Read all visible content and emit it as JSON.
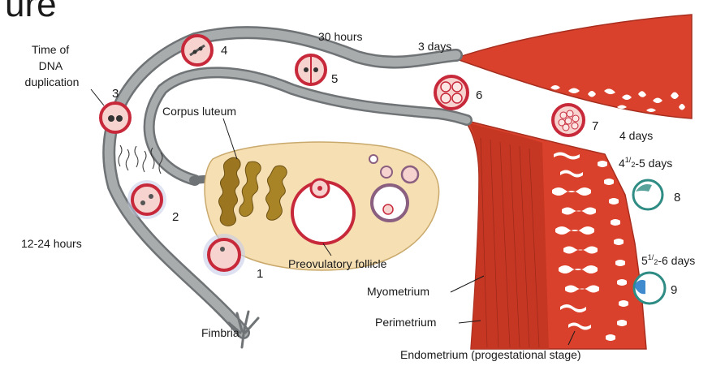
{
  "slide": {
    "title_fragment": "ure"
  },
  "labels": {
    "time_dna": [
      "Time of",
      "DNA",
      "duplication"
    ],
    "hours_12_24": "12-24 hours",
    "hours_30": "30 hours",
    "days_3": "3 days",
    "days_4": "4 days",
    "days_4_5": {
      "a": "4",
      "sup": "1/",
      "sub": "2",
      "b": "-5 days"
    },
    "days_5_6": {
      "a": "5",
      "sup": "1/",
      "sub": "2",
      "b": "-6 days"
    },
    "corpus_luteum": "Corpus luteum",
    "preovulatory_follicle": "Preovulatory follicle",
    "myometrium": "Myometrium",
    "perimetrium": "Perimetrium",
    "endometrium": "Endometrium (progestational stage)",
    "fimbria": "Fimbria"
  },
  "stages": [
    "1",
    "2",
    "3",
    "4",
    "5",
    "6",
    "7",
    "8",
    "9"
  ],
  "colors": {
    "tube": "#a9acad",
    "tube_edge": "#6f7375",
    "uterus": "#d9412c",
    "uterus_dark": "#a72e1f",
    "ovary": "#f6dfb3",
    "corpus": "#9b7520",
    "cell_ring": "#c7293b",
    "cell_fill": "#f7d3cf",
    "blastocyst": "#2f8c84"
  }
}
